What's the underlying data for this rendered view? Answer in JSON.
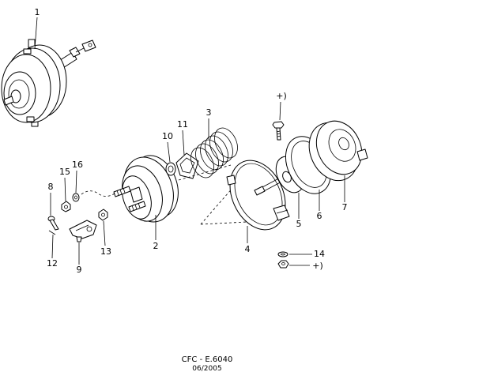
{
  "colors": {
    "line": "#000000",
    "background": "#ffffff"
  },
  "callouts": {
    "p1": "1",
    "p2": "2",
    "p3": "3",
    "p4": "4",
    "p5": "5",
    "p6": "6",
    "p7": "7",
    "p8": "8",
    "p9": "9",
    "p10": "10",
    "p11": "11",
    "p12": "12",
    "p13": "13",
    "p14": "14",
    "p15": "15",
    "p16": "16",
    "plus_top": "+)",
    "plus_bottom": "+)"
  },
  "footer": {
    "code": "CFC - E.6040",
    "date": "06/2005"
  }
}
